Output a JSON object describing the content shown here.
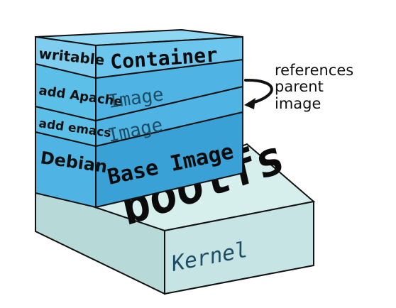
{
  "layers": {
    "container": {
      "side_label": "writable",
      "front_label": "Container"
    },
    "apache": {
      "side_label": "add Apache",
      "front_label": "Image"
    },
    "emacs": {
      "side_label": "add emacs",
      "front_label": "Image"
    },
    "debian": {
      "side_label": "Debian",
      "front_label": "Base Image"
    },
    "bootfs": {
      "top_label": "bootfs"
    },
    "kernel": {
      "front_label": "Kernel"
    }
  },
  "annotation": {
    "line1": "references",
    "line2": "parent",
    "line3": "image"
  },
  "colors": {
    "layer_light": "#7fcdee",
    "layer_mid": "#4fb4e3",
    "layer_dark": "#3aa1d6",
    "layer_side": "#5cbfe8",
    "base_front": "#c6e4e3",
    "base_top": "#d6eeec",
    "outline": "#111111"
  }
}
